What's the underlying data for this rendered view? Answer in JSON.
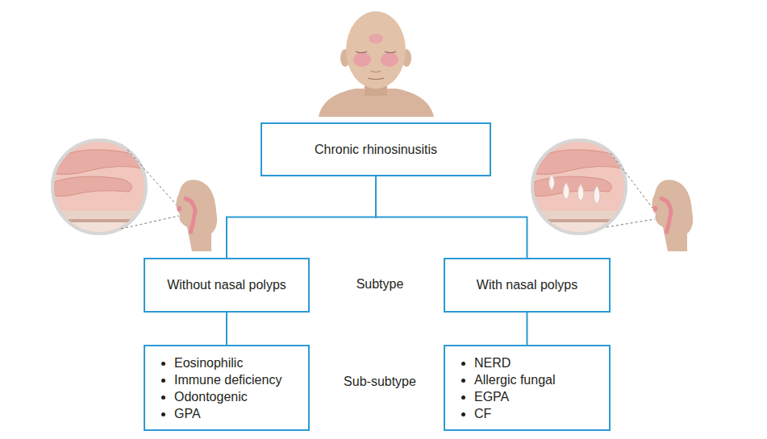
{
  "diagram": {
    "nodes": [
      {
        "text": [
          "Chronic rhinosinusitis"
        ]
      },
      {
        "text": [
          "Without nasal polyps"
        ]
      },
      {
        "text": [
          "With nasal polyps"
        ]
      },
      {
        "text": [
          "Eosinophilic",
          "Immune deficiency",
          "Odontogenic",
          "GPA"
        ]
      },
      {
        "text": [
          "NERD",
          "Allergic fungal",
          "EGPA",
          "CF"
        ]
      }
    ],
    "edges": [
      {
        "from": 0,
        "to": 1,
        "arrow": "none"
      },
      {
        "from": 0,
        "to": 2,
        "arrow": "none"
      },
      {
        "from": 1,
        "to": 3,
        "arrow": "none"
      },
      {
        "from": 2,
        "to": 4,
        "arrow": "none"
      }
    ],
    "labels": [
      "Subtype",
      "Sub-subtype"
    ]
  }
}
